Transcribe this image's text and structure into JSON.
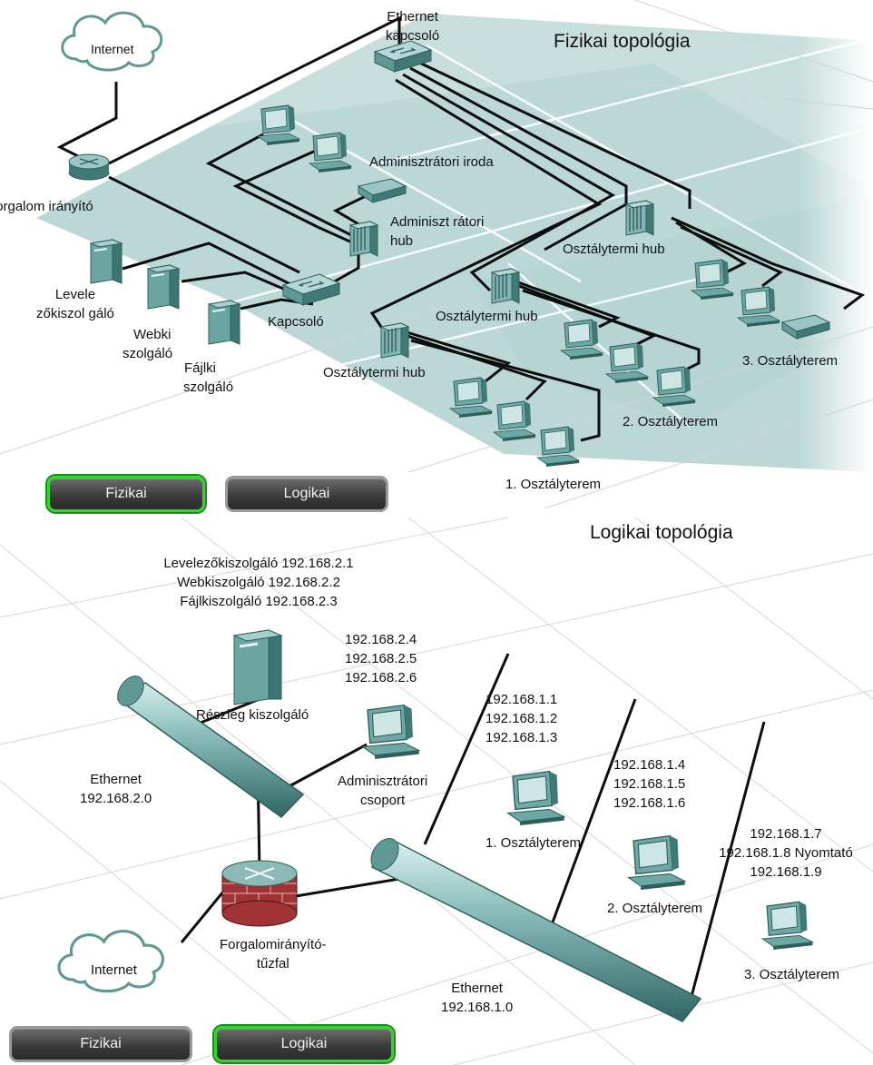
{
  "physical": {
    "title": "Fizikai topológia",
    "internet": "Internet",
    "ethernet_switch": [
      "Ethernet",
      "kapcsoló"
    ],
    "router": "Forgalom irányító",
    "admin_office": "Adminisztrátori iroda",
    "admin_hub": [
      "Adminiszt rátori",
      "hub"
    ],
    "classroom_hub_1": "Osztálytermi hub",
    "classroom_hub_2": "Osztálytermi hub",
    "classroom_hub_3": "Osztálytermi hub",
    "mail_server": [
      "Levele",
      "zőkiszol gáló"
    ],
    "web_server": [
      "Webki",
      "szolgáló"
    ],
    "file_server": [
      "Fájlki",
      "szolgáló"
    ],
    "switch": "Kapcsoló",
    "classroom_1": "1. Osztályterem",
    "classroom_2": "2. Osztályterem",
    "classroom_3": "3. Osztályterem"
  },
  "logical": {
    "title": "Logikai topológia",
    "server_ips": [
      "Levelezőkiszolgáló 192.168.2.1",
      "Webkiszolgáló 192.168.2.2",
      "Fájlkiszolgáló 192.168.2.3"
    ],
    "admin_ips": [
      "192.168.2.4",
      "192.168.2.5",
      "192.168.2.6"
    ],
    "department_server": "Részleg kiszolgáló",
    "admin_group": [
      "Adminisztrátori",
      "csoport"
    ],
    "ethernet_admin": [
      "Ethernet",
      "192.168.2.0"
    ],
    "class1_ips": [
      "192.168.1.1",
      "192.168.1.2",
      "192.168.1.3"
    ],
    "class2_ips": [
      "192.168.1.4",
      "192.168.1.5",
      "192.168.1.6"
    ],
    "class3_ips": [
      "192.168.1.7",
      "192.168.1.8 Nyomtató",
      "192.168.1.9"
    ],
    "classroom_1": "1. Osztályterem",
    "classroom_2": "2. Osztályterem",
    "classroom_3": "3. Osztályterem",
    "router_firewall": [
      "Forgalomirányító-",
      "tűzfal"
    ],
    "internet": "Internet",
    "ethernet_class": [
      "Ethernet",
      "192.168.1.0"
    ]
  },
  "buttons": {
    "top": {
      "physical": "Fizikai",
      "logical": "Logikai",
      "active": "physical"
    },
    "bottom": {
      "physical": "Fizikai",
      "logical": "Logikai",
      "active": "logical"
    }
  },
  "colors": {
    "floor": "#bcd8d6",
    "device": "#5f9996",
    "device_light": "#9cc6c3",
    "cable": "#0d0d0d",
    "active_border": "#33d42e",
    "firewall": "#b0393b"
  }
}
